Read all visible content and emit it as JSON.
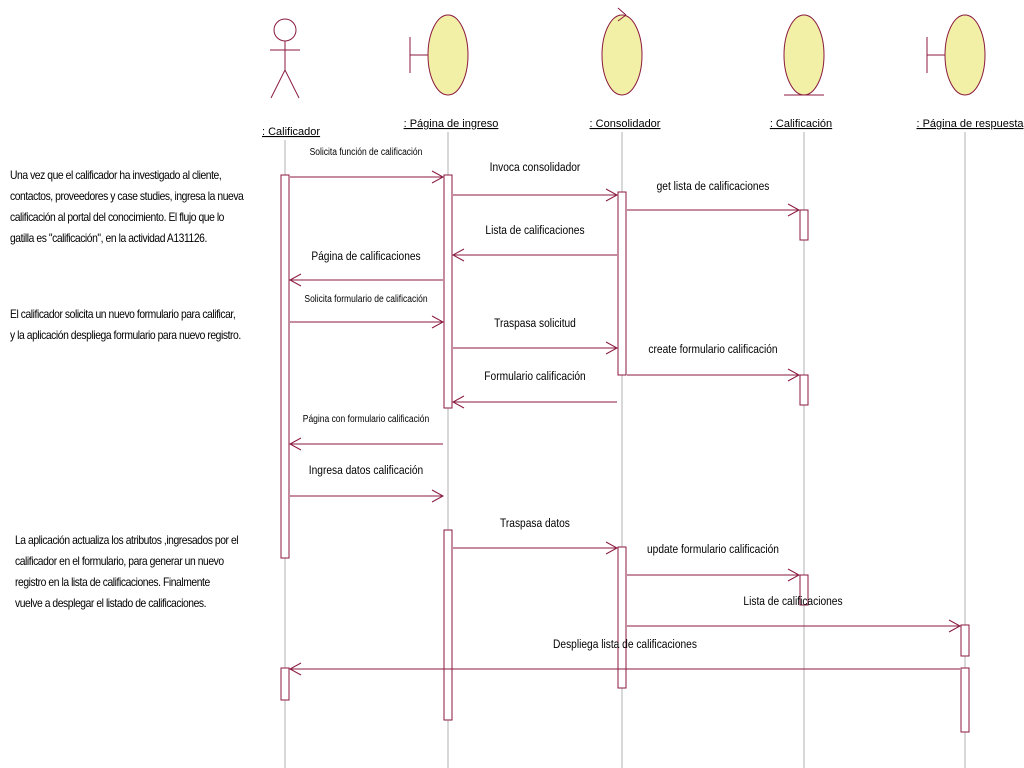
{
  "participants": [
    {
      "id": "calificador",
      "label": ": Calificador",
      "kind": "actor"
    },
    {
      "id": "ingreso",
      "label": ": Página de ingreso",
      "kind": "boundary"
    },
    {
      "id": "consolidador",
      "label": ": Consolidador",
      "kind": "control"
    },
    {
      "id": "calificacion",
      "label": ": Calificación",
      "kind": "entity"
    },
    {
      "id": "respuesta",
      "label": ": Página de respuesta",
      "kind": "boundary"
    }
  ],
  "messages": [
    {
      "label": "Solicita función de calificación",
      "from": "calificador",
      "to": "ingreso"
    },
    {
      "label": "Invoca consolidador",
      "from": "ingreso",
      "to": "consolidador"
    },
    {
      "label": "get lista de calificaciones",
      "from": "consolidador",
      "to": "calificacion"
    },
    {
      "label": "Lista de calificaciones",
      "from": "consolidador",
      "to": "ingreso"
    },
    {
      "label": "Página de calificaciones",
      "from": "ingreso",
      "to": "calificador"
    },
    {
      "label": "Solicita formulario de calificación",
      "from": "calificador",
      "to": "ingreso"
    },
    {
      "label": "Traspasa solicitud",
      "from": "ingreso",
      "to": "consolidador"
    },
    {
      "label": "create formulario calificación",
      "from": "consolidador",
      "to": "calificacion"
    },
    {
      "label": "Formulario calificación",
      "from": "consolidador",
      "to": "ingreso"
    },
    {
      "label": "Página con formulario calificación",
      "from": "ingreso",
      "to": "calificador"
    },
    {
      "label": "Ingresa datos calificación",
      "from": "calificador",
      "to": "ingreso"
    },
    {
      "label": "Traspasa datos",
      "from": "ingreso",
      "to": "consolidador"
    },
    {
      "label": "update formulario calificación",
      "from": "consolidador",
      "to": "calificacion"
    },
    {
      "label": "Lista de calificaciones",
      "from": "consolidador",
      "to": "respuesta"
    },
    {
      "label": "Despliega lista de calificaciones",
      "from": "respuesta",
      "to": "calificador"
    }
  ],
  "notes": [
    "Una vez que el calificador ha investigado al cliente,\ncontactos, proveedores y case studies, ingresa la nueva\ncalificación al portal del conocimiento. El flujo que lo\ngatilla es \"calificación\", en la actividad A131126.",
    "El calificador solicita un nuevo formulario para calificar,\ny la aplicación despliega formulario para nuevo registro.",
    "La aplicación actualiza los atributos ,ingresados por el\ncalificador en el formulario, para generar un nuevo\nregistro en la lista de calificaciones. Finalmente\nvuelve a desplegar el listado de calificaciones."
  ],
  "colors": {
    "object_fill": "#f2f0a6",
    "object_stroke": "#8a1a3e",
    "line": "#8a1a3e",
    "lifeline": "#b0b0b0",
    "text": "#000000"
  }
}
